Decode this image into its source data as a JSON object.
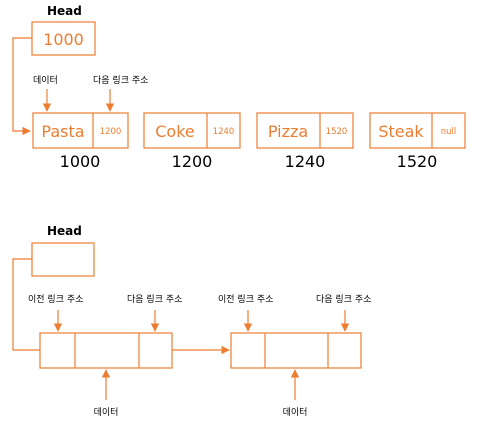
{
  "colors": {
    "accent": "#ED7D31",
    "text": "#000000",
    "background": "#ffffff"
  },
  "top": {
    "head_label": "Head",
    "head_value": "1000",
    "data_annotation": "데이터",
    "next_annotation": "다음 링크 주소",
    "nodes": [
      {
        "data": "Pasta",
        "link": "1200",
        "address": "1000"
      },
      {
        "data": "Coke",
        "link": "1240",
        "address": "1200"
      },
      {
        "data": "Pizza",
        "link": "1520",
        "address": "1240"
      },
      {
        "data": "Steak",
        "link": "null",
        "address": "1520"
      }
    ]
  },
  "bottom": {
    "head_label": "Head",
    "nodes": [
      {
        "prev_annotation": "이전 링크 주소",
        "next_annotation": "다음 링크 주소",
        "data_annotation": "데이터"
      },
      {
        "prev_annotation": "이전 링크 주소",
        "next_annotation": "다음 링크 주소",
        "data_annotation": "데이터"
      }
    ]
  }
}
